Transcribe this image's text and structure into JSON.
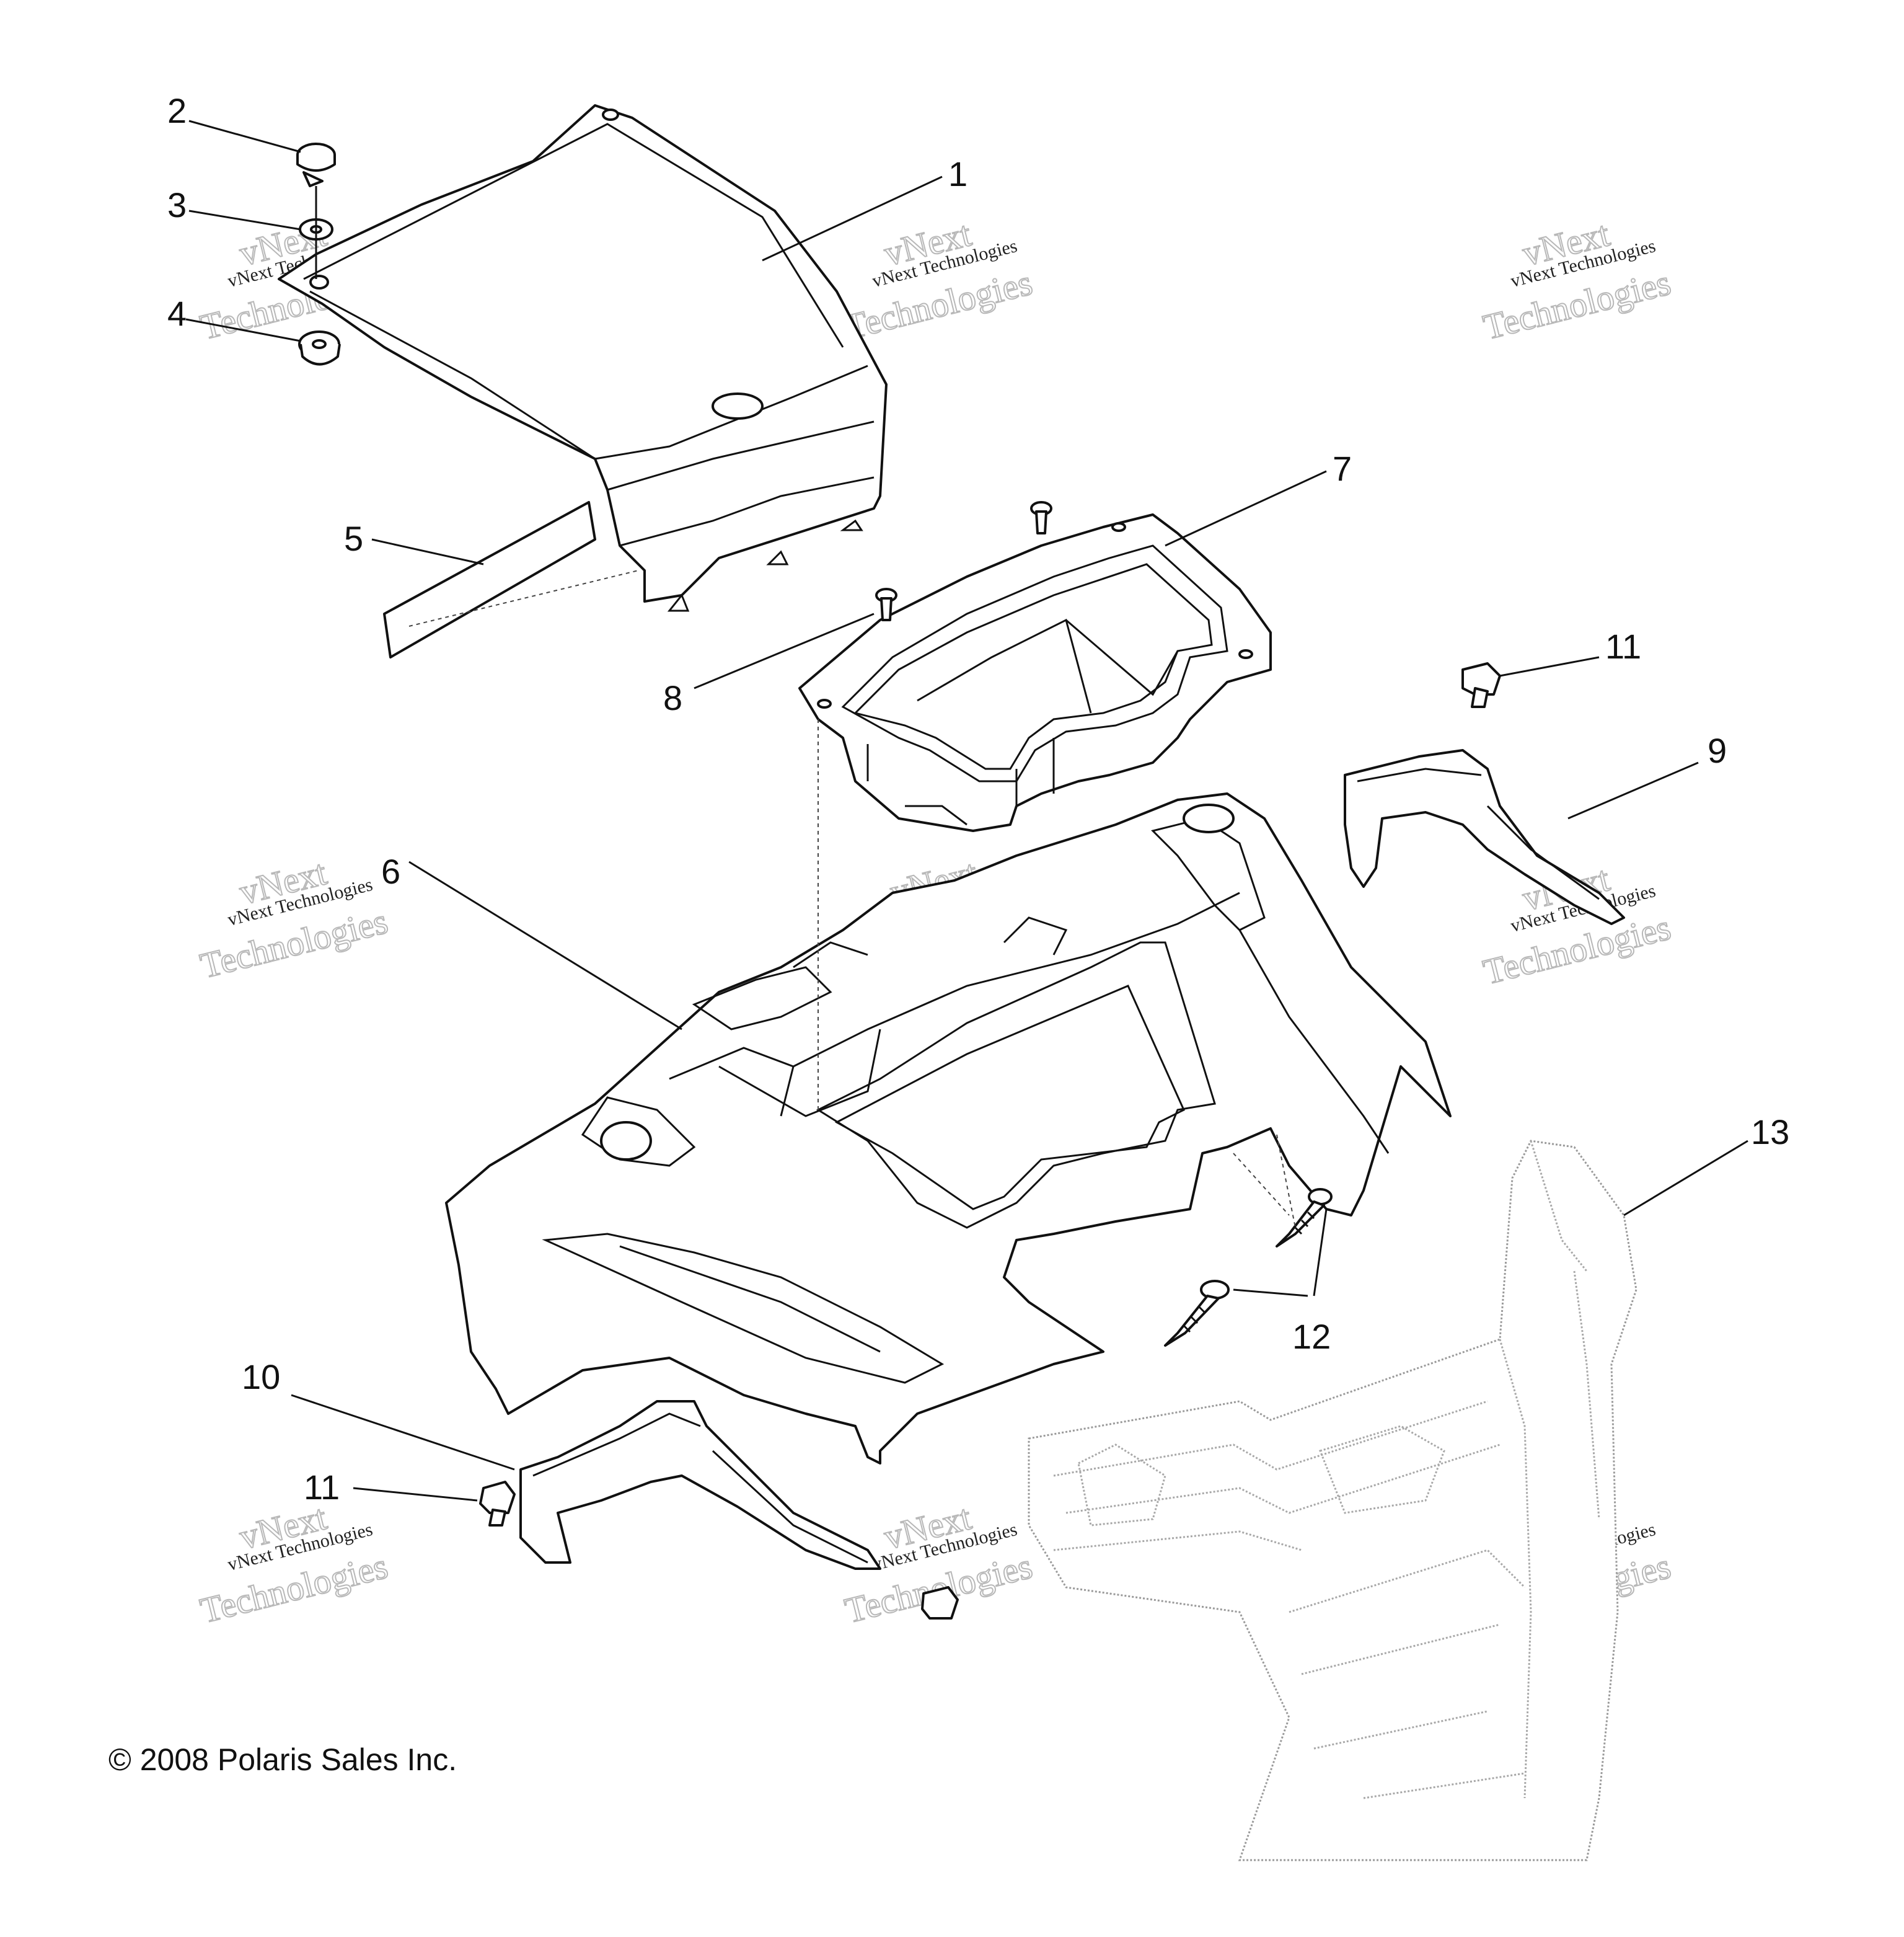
{
  "diagram": {
    "callouts": [
      {
        "id": "c1",
        "label": "1"
      },
      {
        "id": "c2",
        "label": "2"
      },
      {
        "id": "c3",
        "label": "3"
      },
      {
        "id": "c4",
        "label": "4"
      },
      {
        "id": "c5",
        "label": "5"
      },
      {
        "id": "c6",
        "label": "6"
      },
      {
        "id": "c7",
        "label": "7"
      },
      {
        "id": "c8",
        "label": "8"
      },
      {
        "id": "c9",
        "label": "9"
      },
      {
        "id": "c10",
        "label": "10"
      },
      {
        "id": "c11a",
        "label": "11"
      },
      {
        "id": "c11b",
        "label": "11"
      },
      {
        "id": "c12",
        "label": "12"
      },
      {
        "id": "c13",
        "label": "13"
      }
    ],
    "watermark": {
      "line1": "vNext Technologies",
      "line2": "vNext",
      "line3": "Technologies"
    },
    "copyright": "© 2008 Polaris Sales Inc."
  }
}
